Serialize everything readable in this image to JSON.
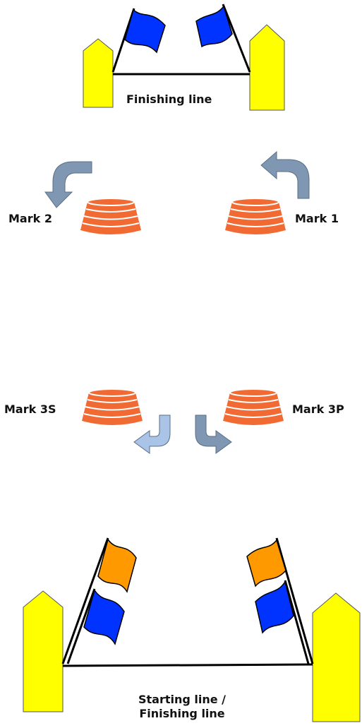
{
  "labels": {
    "finish_top": "Finishing line",
    "mark1": "Mark 1",
    "mark2": "Mark 2",
    "mark3s": "Mark 3S",
    "mark3p": "Mark 3P",
    "start_line_1": "Starting line /",
    "start_line_2": "Finishing line"
  },
  "colors": {
    "boat": "#ffff00",
    "flag_blue": "#0033ff",
    "flag_orange": "#ff9900",
    "buoy": "#f26a33",
    "arrow_dark": "#7f97b2",
    "arrow_light": "#a9c4e6",
    "line": "#000000"
  },
  "icons": {
    "boat": "committee-boat-icon",
    "flag": "waving-flag-icon",
    "buoy": "buoy-mark-icon",
    "arrow": "rounding-arrow-icon"
  }
}
